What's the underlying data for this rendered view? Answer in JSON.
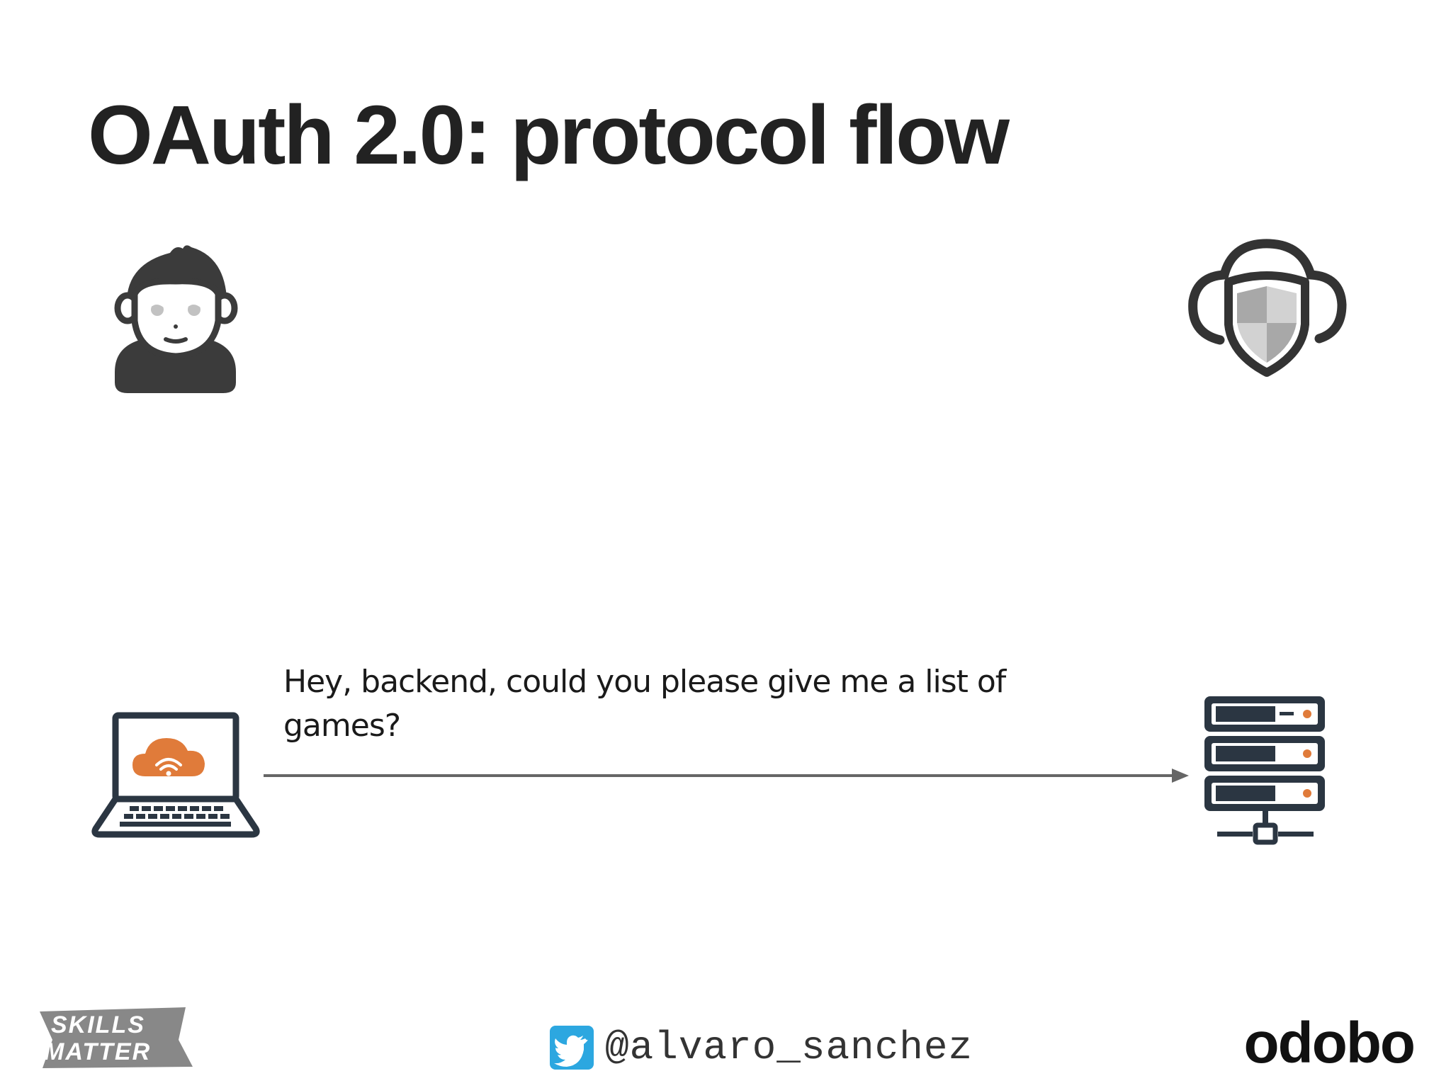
{
  "slide": {
    "title": "OAuth 2.0: protocol flow"
  },
  "actors": {
    "resource_owner_icon": "person-icon",
    "authorization_server_icon": "cloud-shield-icon",
    "client_icon": "laptop-cloud-icon",
    "resource_server_icon": "server-rack-icon"
  },
  "message": {
    "text": "Hey, backend, could you please give me a list of games?",
    "direction": "client-to-resource-server"
  },
  "footer": {
    "left_logo_text": "SKILLS MATTER",
    "twitter_handle": "@alvaro_sanchez",
    "brand_logo": "odobo"
  },
  "colors": {
    "accent_orange": "#e07b3a",
    "dark_icon": "#2b3642",
    "arrow": "#666666",
    "twitter_blue": "#2ca7e0"
  }
}
